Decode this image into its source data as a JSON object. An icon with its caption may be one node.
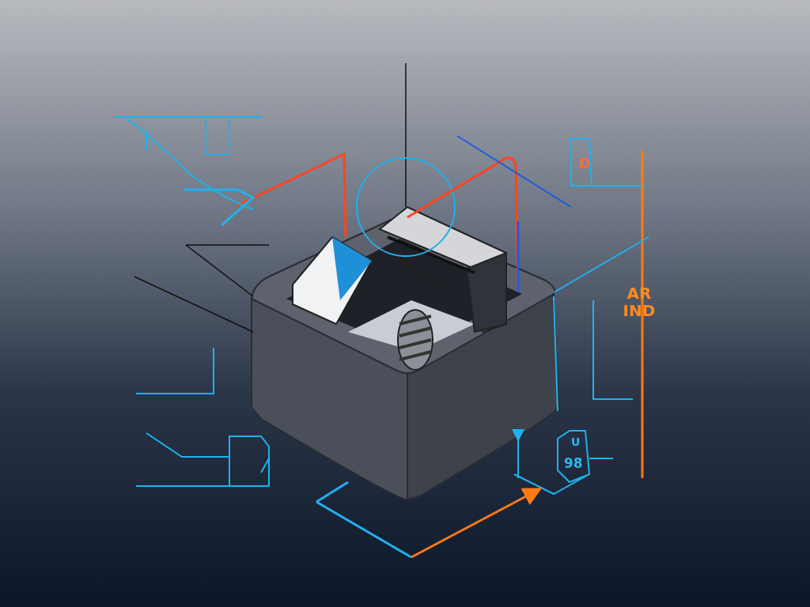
{
  "diagram": {
    "labels": [
      "D",
      "AR IND",
      "U",
      "98"
    ]
  }
}
